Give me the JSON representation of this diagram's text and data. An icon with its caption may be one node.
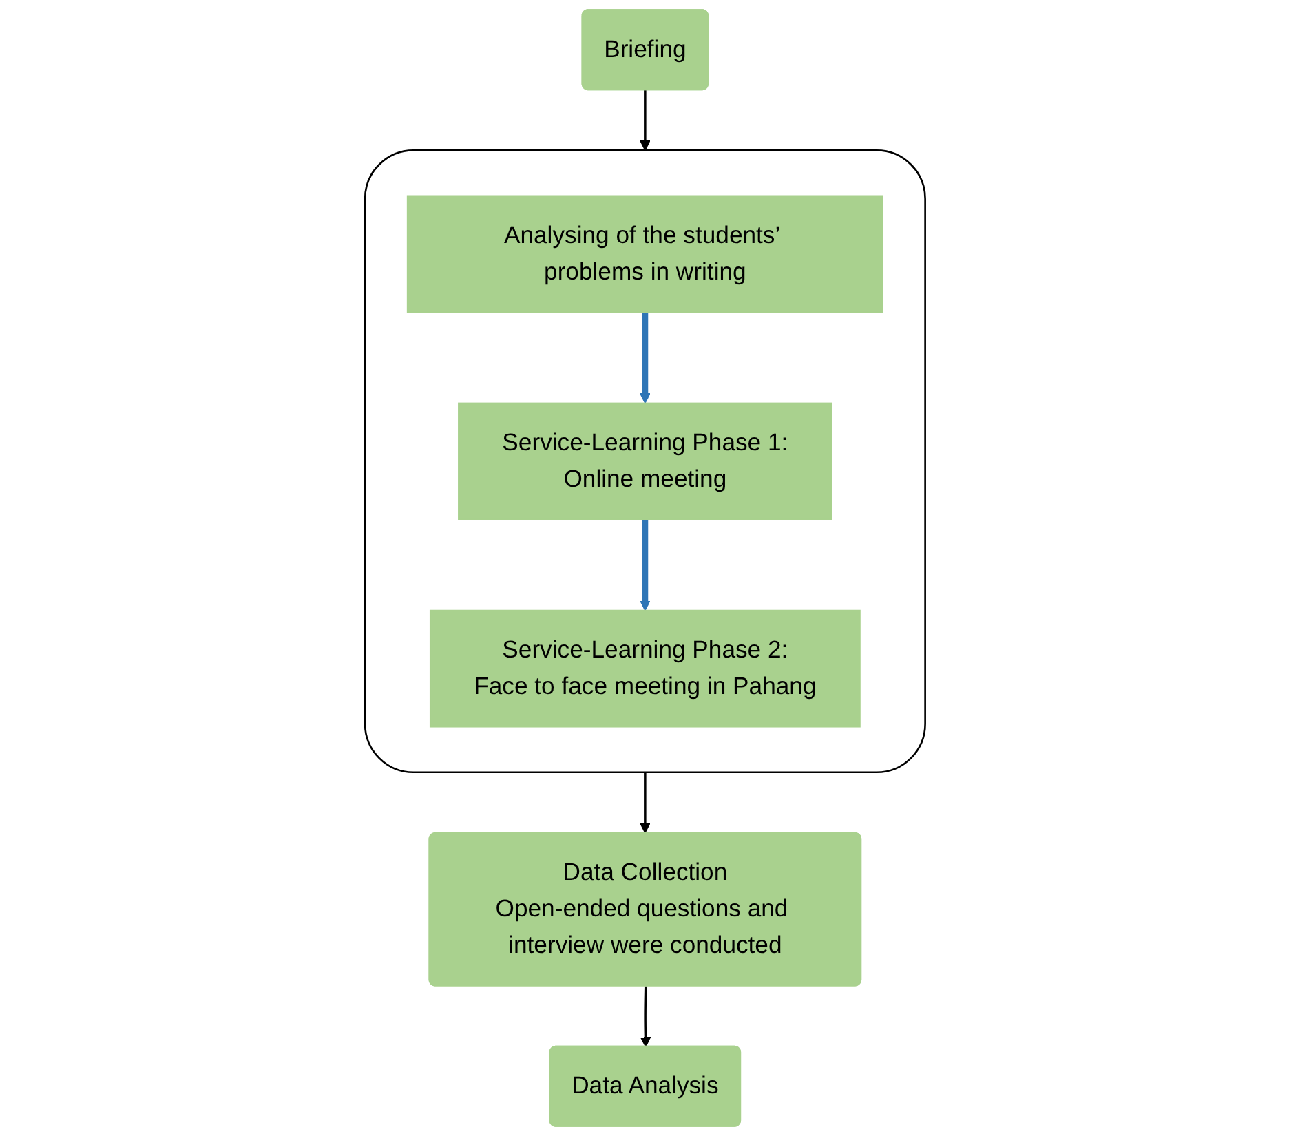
{
  "diagram": {
    "nodes": [
      {
        "text": [
          "Briefing"
        ]
      },
      {
        "text": [],
        "shape": "box"
      },
      {
        "text": [
          "Analysing of the students’ problems in writing"
        ],
        "in": 1
      },
      {
        "text": [
          "Service-Learning Phase 1:",
          "Online meeting"
        ],
        "in": 1
      },
      {
        "text": [
          "Service-Learning Phase 2:",
          "Face to face meeting in Pahang"
        ],
        "in": 1
      },
      {
        "text": [
          "Data Collection",
          "Open-ended questions and interview were conducted"
        ]
      },
      {
        "text": [
          "Data Analysis"
        ]
      }
    ],
    "edges": [
      {
        "from": 0,
        "to": 1,
        "arrow": "to"
      },
      {
        "from": 2,
        "to": 3,
        "arrow": "to",
        "style": "thick",
        "color": "#2e75b6"
      },
      {
        "from": 3,
        "to": 4,
        "arrow": "to",
        "style": "thick",
        "color": "#2e75b6"
      },
      {
        "from": 1,
        "to": 5,
        "arrow": "to"
      },
      {
        "from": 5,
        "to": 6,
        "arrow": "to"
      }
    ]
  }
}
